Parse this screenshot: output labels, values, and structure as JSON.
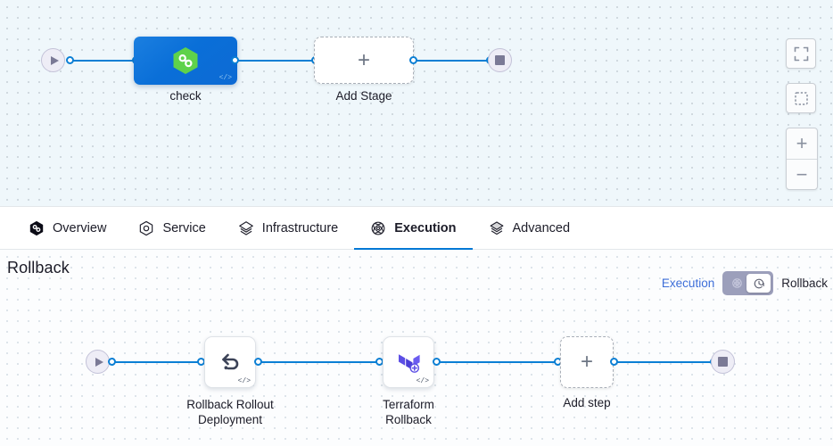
{
  "tabs": [
    {
      "label": "Overview",
      "icon": "harness-hexagon-icon",
      "active": false
    },
    {
      "label": "Service",
      "icon": "service-hexagon-icon",
      "active": false
    },
    {
      "label": "Infrastructure",
      "icon": "infrastructure-layers-icon",
      "active": false
    },
    {
      "label": "Execution",
      "icon": "execution-icon",
      "active": true
    },
    {
      "label": "Advanced",
      "icon": "advanced-layers-icon",
      "active": false
    }
  ],
  "top_pipeline": {
    "start_node": {
      "name": "pipeline-start",
      "icon": "play-icon"
    },
    "stage": {
      "label": "check",
      "icon": "harness-hexagon-green-icon",
      "code_badge": "</>"
    },
    "add_stage": {
      "label": "Add Stage",
      "icon": "plus-icon"
    },
    "end_node": {
      "name": "pipeline-end",
      "icon": "stop-icon"
    }
  },
  "canvas_controls": {
    "fullscreen_label": "fullscreen-icon",
    "select_label": "marquee-select-icon",
    "zoom_in_label": "+",
    "zoom_out_label": "−"
  },
  "rollback_section": {
    "title": "Rollback",
    "toggle": {
      "left_label": "Execution",
      "right_label": "Rollback",
      "left_icon": "execution-icon",
      "right_icon": "rollback-clock-icon",
      "selected": "Rollback"
    }
  },
  "bottom_pipeline": {
    "start_node": {
      "name": "rollback-start",
      "icon": "play-icon"
    },
    "steps": [
      {
        "label": "Rollback Rollout\nDeployment",
        "icon": "rollback-arrow-icon",
        "code_badge": "</>"
      },
      {
        "label": "Terraform\nRollback",
        "icon": "terraform-icon",
        "code_badge": "</>"
      }
    ],
    "add_step": {
      "label": "Add step",
      "icon": "plus-icon"
    },
    "end_node": {
      "name": "rollback-end",
      "icon": "stop-icon"
    }
  },
  "colors": {
    "connector": "#0b7fd4",
    "active_tab_underline": "#0278d5",
    "stage_blue": "#0a6fd8",
    "harness_green": "#5fd24a",
    "terraform_purple": "#5c4ee5",
    "link_blue": "#3d6ed8",
    "toggle_track": "#9c9fbb"
  }
}
